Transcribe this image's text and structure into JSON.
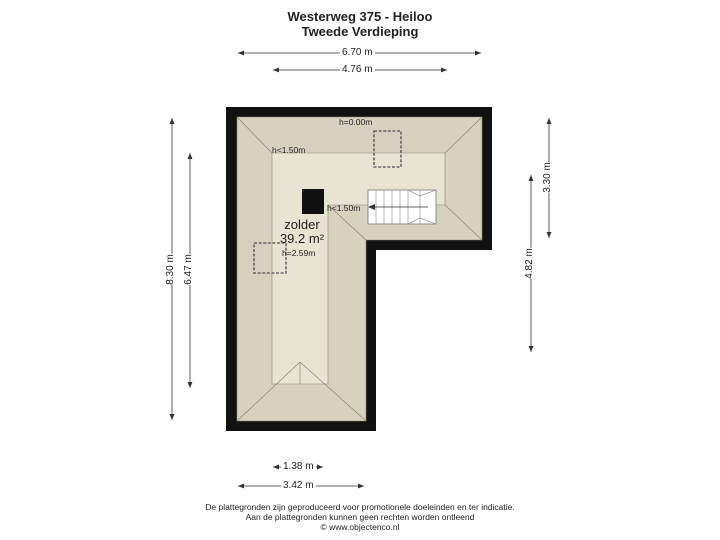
{
  "header": {
    "address": "Westerweg 375 - Heiloo",
    "floor": "Tweede Verdieping"
  },
  "dimensions": {
    "top_outer": "6.70 m",
    "top_inner": "4.76 m",
    "left_outer": "8.30 m",
    "left_inner": "6.47 m",
    "right_upper": "3.30 m",
    "right_lower": "4.82 m",
    "bottom_inner": "1.38 m",
    "bottom_outer": "3.42 m"
  },
  "heights": {
    "ridge": "h=0.00m",
    "left_slope": "h<1.50m",
    "stair_side": "h<1.50m",
    "center": "h=2.59m"
  },
  "room": {
    "name": "zolder",
    "area": "39.2 m²"
  },
  "footer": {
    "line1": "De plattegronden zijn geproduceerd voor promotionele doeleinden en ter indicatie.",
    "line2": "Aan de plattegronden kunnen geen rechten worden ontleend",
    "line3": "© www.objectenco.nl"
  },
  "colors": {
    "wall": "#111111",
    "floor_outer": "#d6d2bf",
    "floor_inner": "#e8e4d4"
  }
}
